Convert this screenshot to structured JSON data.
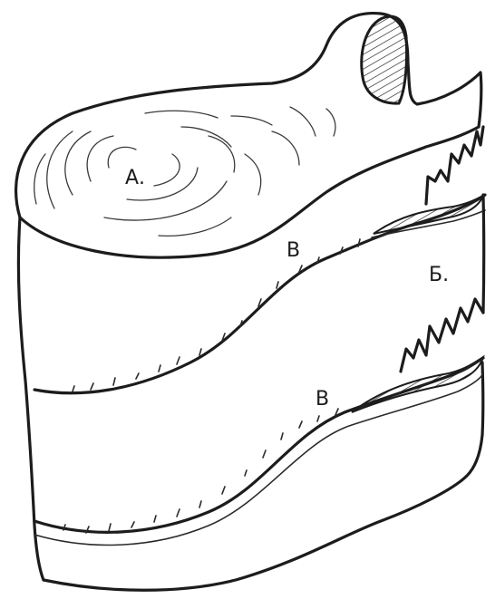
{
  "labels": {
    "top_surface": "А.",
    "side_face": "Б.",
    "edge_upper": "В",
    "edge_lower": "В"
  },
  "colors": {
    "ink": "#1c1c1c",
    "paper": "#ffffff"
  }
}
